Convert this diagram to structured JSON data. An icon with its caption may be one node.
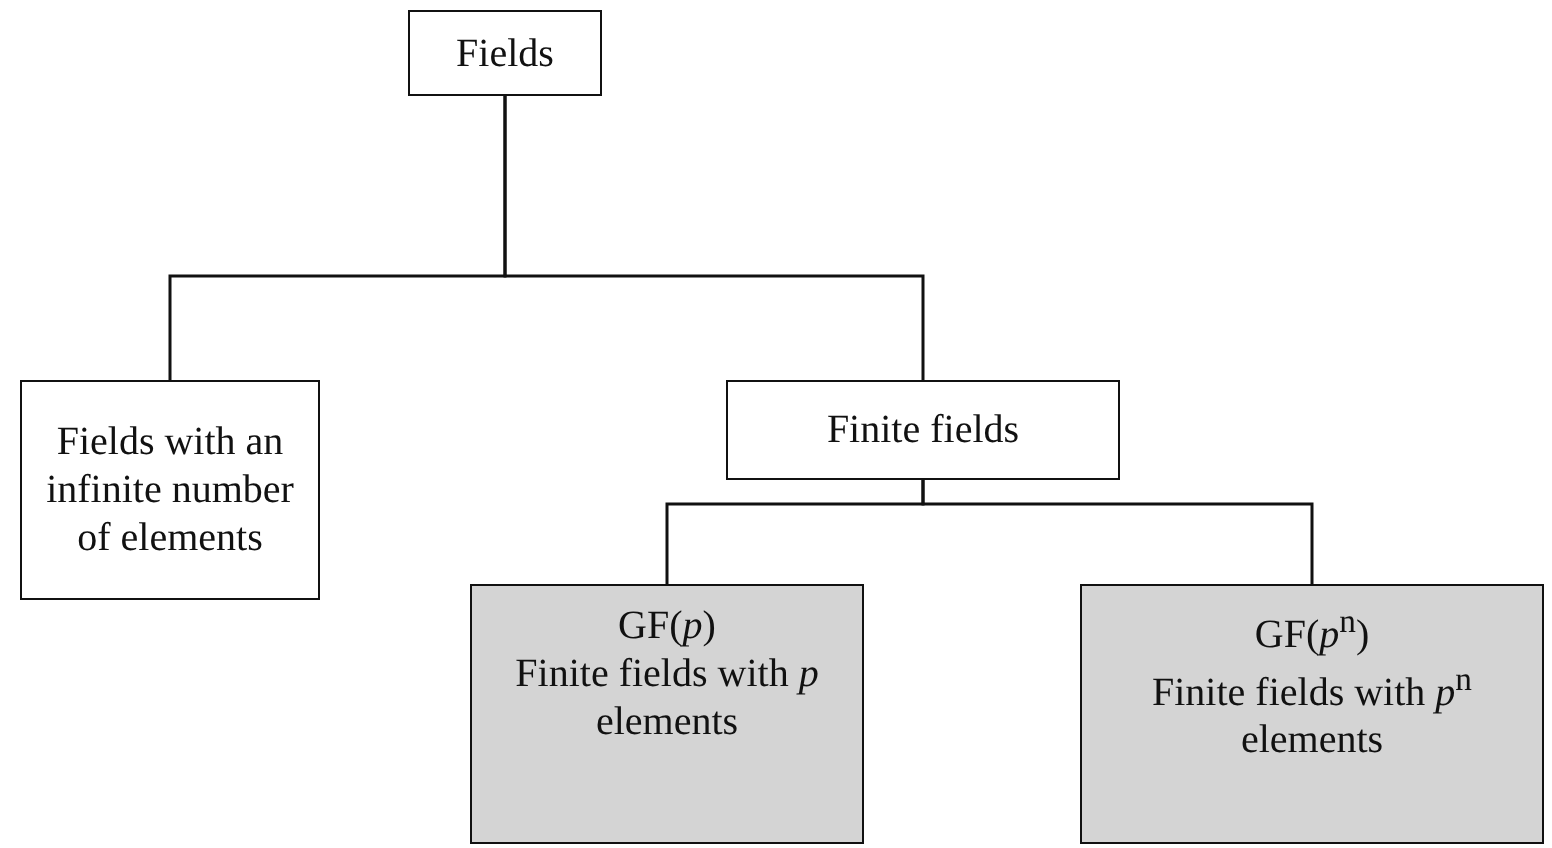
{
  "diagram": {
    "nodes": [
      {
        "text": [
          "Fields"
        ]
      },
      {
        "text": [
          "Fields with an infinite number of elements"
        ]
      },
      {
        "text": [
          "Finite fields"
        ]
      },
      {
        "text": [
          "GF(*p*)",
          "Finite fields with *p* elements"
        ]
      },
      {
        "text": [
          "GF(*p*$^{n}$)",
          "Finite fields with *p*$^{n}$ elements"
        ]
      }
    ],
    "edges": [
      {
        "from": 0,
        "to": 1,
        "arrow": "none"
      },
      {
        "from": 0,
        "to": 2,
        "arrow": "none"
      },
      {
        "from": 2,
        "to": 3,
        "arrow": "none"
      },
      {
        "from": 2,
        "to": 4,
        "arrow": "none"
      }
    ]
  }
}
